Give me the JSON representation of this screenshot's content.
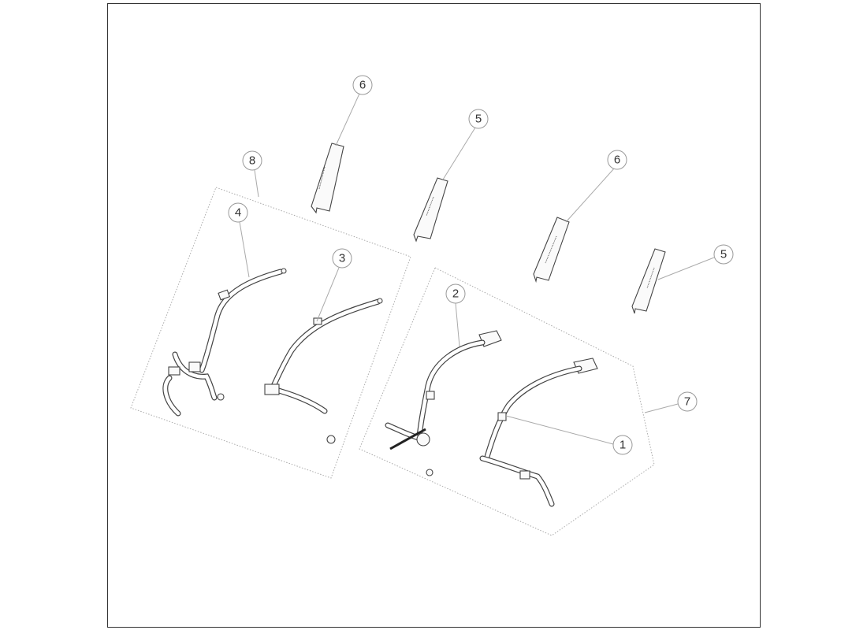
{
  "diagram": {
    "title": "Seat belt assembly exploded view",
    "callouts": [
      {
        "id": "c6a",
        "label": "6"
      },
      {
        "id": "c5a",
        "label": "5"
      },
      {
        "id": "c6b",
        "label": "6"
      },
      {
        "id": "c5b",
        "label": "5"
      },
      {
        "id": "c8",
        "label": "8"
      },
      {
        "id": "c4",
        "label": "4"
      },
      {
        "id": "c3",
        "label": "3"
      },
      {
        "id": "c2",
        "label": "2"
      },
      {
        "id": "c7",
        "label": "7"
      },
      {
        "id": "c1",
        "label": "1"
      }
    ]
  }
}
